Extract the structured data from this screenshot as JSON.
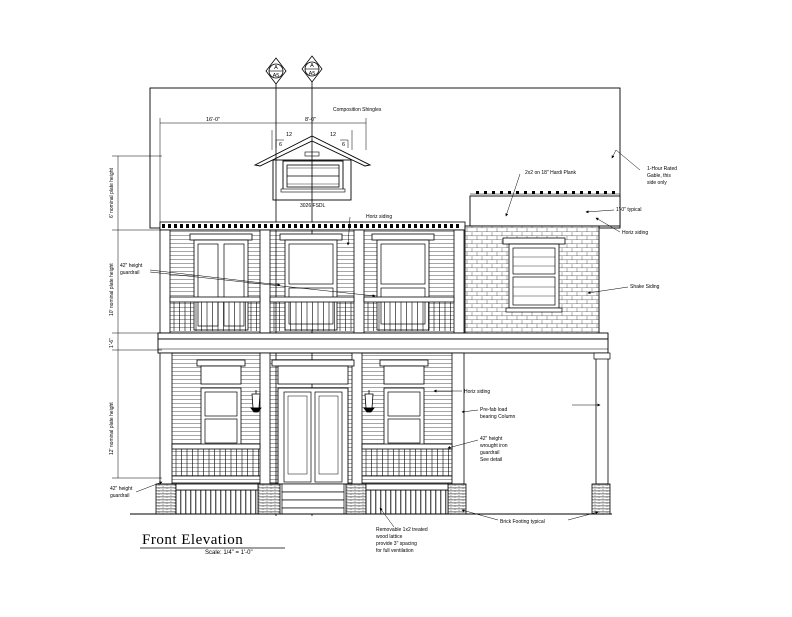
{
  "title": "Front Elevation",
  "scale": "Scale: 1/4\" = 1'-0\"",
  "section_markers": [
    {
      "letter": "A",
      "sheet": "A5"
    },
    {
      "letter": "A",
      "sheet": "A5"
    }
  ],
  "roof_note": "Composition Shingles",
  "dims": {
    "left_span": "16'-0\"",
    "center_span": "8'-0\"",
    "pitch_left_run": "12",
    "pitch_right_run": "12",
    "pitch_left_rise": "6",
    "pitch_right_rise": "6",
    "dormer_window": "3026 FSDL",
    "side_1": "6' nominal plate height",
    "side_2": "10' nominal plate height",
    "side_3": "1'-6\"",
    "side_4": "12' nominal plate height"
  },
  "notes": {
    "plank": "2x2 on 18\" Hardi Plank",
    "fire_1": "1-Hour Rated",
    "fire_2": "Gable, this",
    "fire_3": "side only",
    "overhang": "1'-0\" typical",
    "horiz_upper": "Horiz siding",
    "horiz_right": "Horiz siding",
    "guard_up_1": "42\" height",
    "guard_up_2": "guardrail",
    "shake": "Shake Siding",
    "horiz_lower": "Horiz siding",
    "column_1": "Pre-fab load",
    "column_2": "bearing Column",
    "iron_1": "42\" height",
    "iron_2": "wrought iron",
    "iron_3": "guardrail",
    "iron_4": "See detail",
    "guard_low_1": "42\" height",
    "guard_low_2": "guardrail",
    "lattice_1": "Removable 1x2 treated",
    "lattice_2": "wood lattice",
    "lattice_3": "provide 3\" spacing",
    "lattice_4": "for full ventilation",
    "footing": "Brick Footing typical"
  },
  "colors": {
    "line": "#000000",
    "brick": "#9a9a9a",
    "paper": "#ffffff"
  }
}
